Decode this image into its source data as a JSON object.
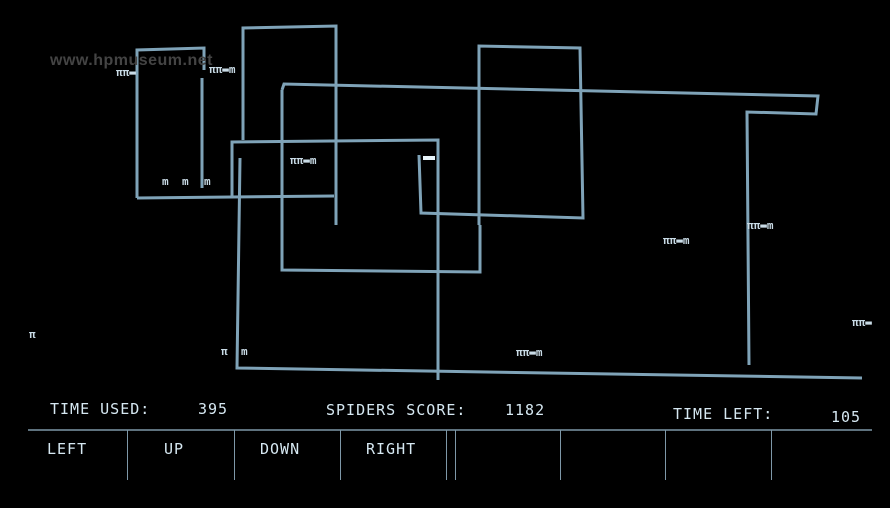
{
  "watermark": "www.hpmuseum.net",
  "hud": {
    "time_used_label": "TIME USED:",
    "time_used_value": "395",
    "score_label": "SPIDERS SCORE:",
    "score_value": "1182",
    "time_left_label": "TIME LEFT:",
    "time_left_value": "105"
  },
  "softkeys": [
    {
      "label": "LEFT"
    },
    {
      "label": "UP"
    },
    {
      "label": "DOWN"
    },
    {
      "label": "RIGHT"
    },
    {
      "label": ""
    },
    {
      "label": ""
    },
    {
      "label": ""
    },
    {
      "label": ""
    }
  ],
  "colors": {
    "background": "#000000",
    "trail": "#7fa3b8",
    "text": "#d6e8f2",
    "spider": "#c9dbe6"
  },
  "icons": {
    "spider": "pi-glyph spider",
    "player": "bright dash cursor"
  }
}
